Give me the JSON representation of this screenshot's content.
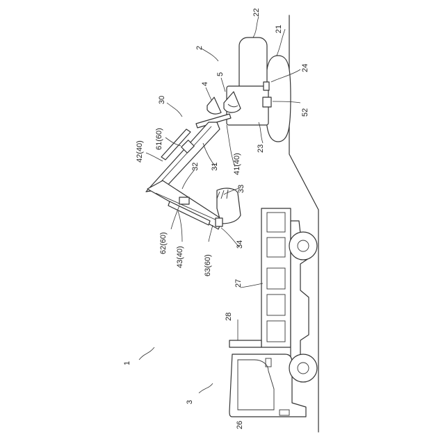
{
  "figure": {
    "labels": {
      "l1": "1",
      "l2": "2",
      "l3": "3",
      "l4": "4",
      "l5": "5",
      "l21": "21",
      "l22": "22",
      "l23": "23",
      "l24": "24",
      "l26": "26",
      "l27": "27",
      "l28": "28",
      "l30": "30",
      "l31": "31",
      "l32": "32",
      "l33": "33",
      "l34": "34",
      "l41": "41(40)",
      "l42": "42(40)",
      "l43": "43(40)",
      "l52": "52",
      "l61": "61(60)",
      "l62": "62(60)",
      "l63": "63(60)"
    }
  }
}
